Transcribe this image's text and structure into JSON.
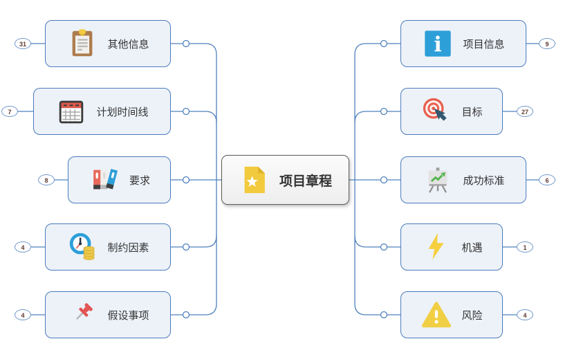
{
  "app": {
    "view": "mindmap-canvas"
  },
  "center": {
    "label": "项目章程",
    "icon": "star-document"
  },
  "left_nodes": [
    {
      "label": "其他信息",
      "badge": "31",
      "icon": "clipboard"
    },
    {
      "label": "计划时间线",
      "badge": "7",
      "icon": "calendar"
    },
    {
      "label": "要求",
      "badge": "8",
      "icon": "books"
    },
    {
      "label": "制约因素",
      "badge": "4",
      "icon": "clock-coins"
    },
    {
      "label": "假设事项",
      "badge": "4",
      "icon": "pushpin"
    }
  ],
  "right_nodes": [
    {
      "label": "项目信息",
      "badge": "9",
      "icon": "info-square"
    },
    {
      "label": "目标",
      "badge": "27",
      "icon": "target-cursor"
    },
    {
      "label": "成功标准",
      "badge": "6",
      "icon": "presentation-chart"
    },
    {
      "label": "机遇",
      "badge": "1",
      "icon": "lightning-bolt"
    },
    {
      "label": "风险",
      "badge": "4",
      "icon": "warning-triangle"
    }
  ],
  "icons": {
    "info_glyph": "i"
  },
  "colors": {
    "edge": "#4e81bd",
    "node_border": "#4a7abc",
    "node_fill": "#edf2f9",
    "center_border": "#5a5a5a",
    "badge_text": "#5d3a30",
    "icon_yellow": "#f2ca3d",
    "icon_red": "#e8604f",
    "icon_blue": "#2d9fd8",
    "icon_slate": "#33586e",
    "icon_brown": "#ad7c4d"
  }
}
